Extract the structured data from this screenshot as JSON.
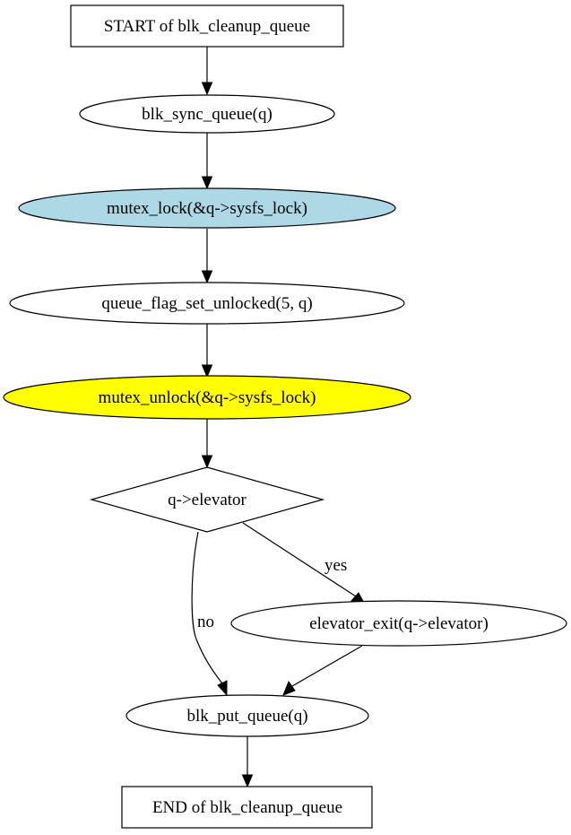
{
  "nodes": {
    "start": {
      "label": "START of blk_cleanup_queue",
      "shape": "box",
      "fill": "#ffffff"
    },
    "sync": {
      "label": "blk_sync_queue(q)",
      "shape": "ellipse",
      "fill": "#ffffff"
    },
    "lock": {
      "label": "mutex_lock(&q->sysfs_lock)",
      "shape": "ellipse",
      "fill": "#add8e6"
    },
    "flagset": {
      "label": "queue_flag_set_unlocked(5, q)",
      "shape": "ellipse",
      "fill": "#ffffff"
    },
    "unlock": {
      "label": "mutex_unlock(&q->sysfs_lock)",
      "shape": "ellipse",
      "fill": "#ffff00"
    },
    "cond": {
      "label": "q->elevator",
      "shape": "diamond",
      "fill": "#ffffff"
    },
    "elevexit": {
      "label": "elevator_exit(q->elevator)",
      "shape": "ellipse",
      "fill": "#ffffff"
    },
    "put": {
      "label": "blk_put_queue(q)",
      "shape": "ellipse",
      "fill": "#ffffff"
    },
    "end": {
      "label": "END of blk_cleanup_queue",
      "shape": "box",
      "fill": "#ffffff"
    }
  },
  "edges": {
    "yes": {
      "label": "yes"
    },
    "no": {
      "label": "no"
    }
  }
}
